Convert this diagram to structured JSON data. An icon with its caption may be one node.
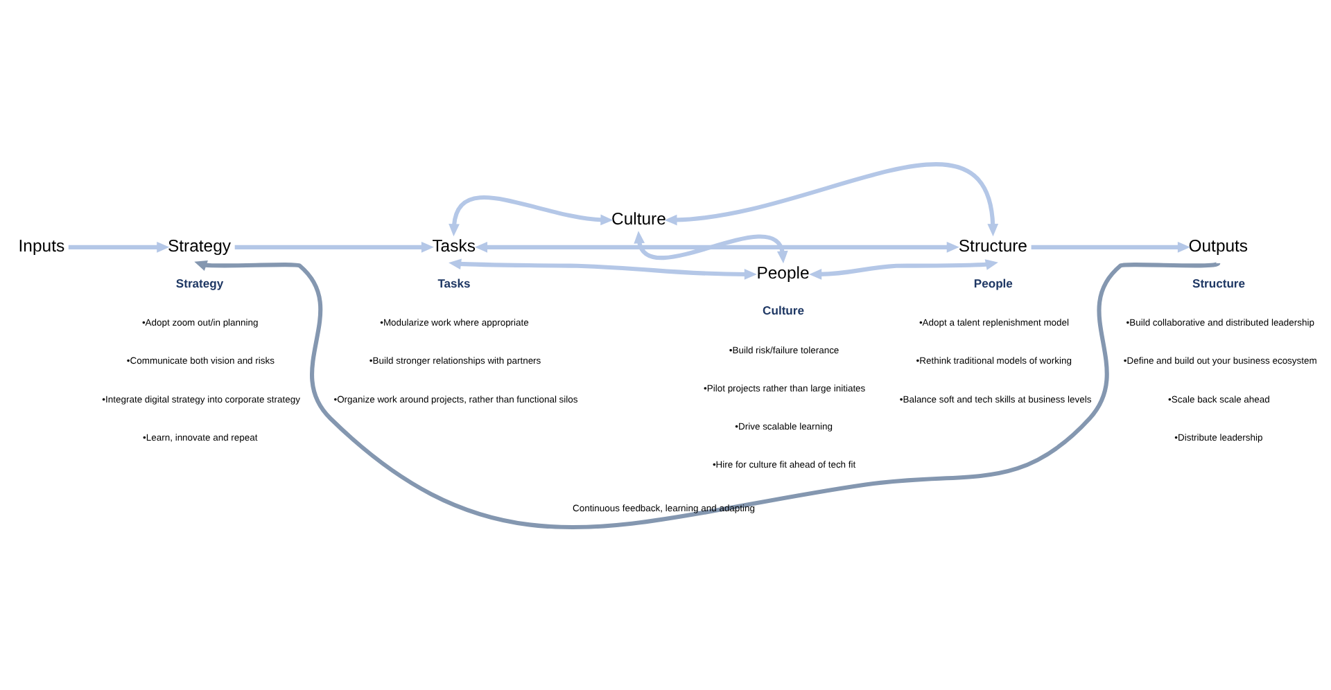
{
  "diagram": {
    "nodes": [
      {
        "text": [
          "Culture"
        ]
      },
      {
        "text": [
          "Inputs"
        ]
      },
      {
        "text": [
          "Strategy"
        ]
      },
      {
        "text": [
          "Tasks"
        ]
      },
      {
        "text": [
          "Structure"
        ]
      },
      {
        "text": [
          "Outputs"
        ]
      },
      {
        "text": [
          "People"
        ]
      }
    ],
    "edges": [
      {
        "from": 1,
        "to": 2,
        "arrow": "to"
      },
      {
        "from": 2,
        "to": 3,
        "arrow": "to"
      },
      {
        "from": 3,
        "to": 0,
        "arrow": "both"
      },
      {
        "from": 0,
        "to": 4,
        "arrow": "both"
      },
      {
        "from": 3,
        "to": 4,
        "arrow": "both"
      },
      {
        "from": 0,
        "to": 6,
        "arrow": "both"
      },
      {
        "from": 3,
        "to": 6,
        "arrow": "both"
      },
      {
        "from": 6,
        "to": 4,
        "arrow": "both"
      },
      {
        "from": 4,
        "to": 5,
        "arrow": "to"
      },
      {
        "from": 5,
        "to": 2,
        "arrow": "to",
        "label": "Continuous feedback, learning and adapting",
        "color": "#8497b0"
      }
    ],
    "labels": [
      "Strategy",
      "•Adopt zoom out/in planning",
      "•Communicate both vision and risks",
      "•Integrate digital strategy into corporate strategy",
      "•Learn, innovate and repeat",
      "Tasks",
      "•Modularize work where appropriate",
      "•Build stronger relationships with partners",
      "•Organize work around projects, rather than functional silos",
      "Culture",
      "•Build risk/failure tolerance",
      "•Pilot projects rather than large initiates",
      "•Drive scalable learning",
      "•Hire for culture fit ahead of tech fit",
      "People",
      "•Adopt a talent replenishment model",
      "•Rethink traditional models of working",
      "•Balance soft and tech skills at business levels",
      "Structure",
      "•Build collaborative and distributed leadership",
      "•Define and build out your business ecosystem",
      "•Scale back scale ahead",
      "•Distribute leadership"
    ]
  }
}
